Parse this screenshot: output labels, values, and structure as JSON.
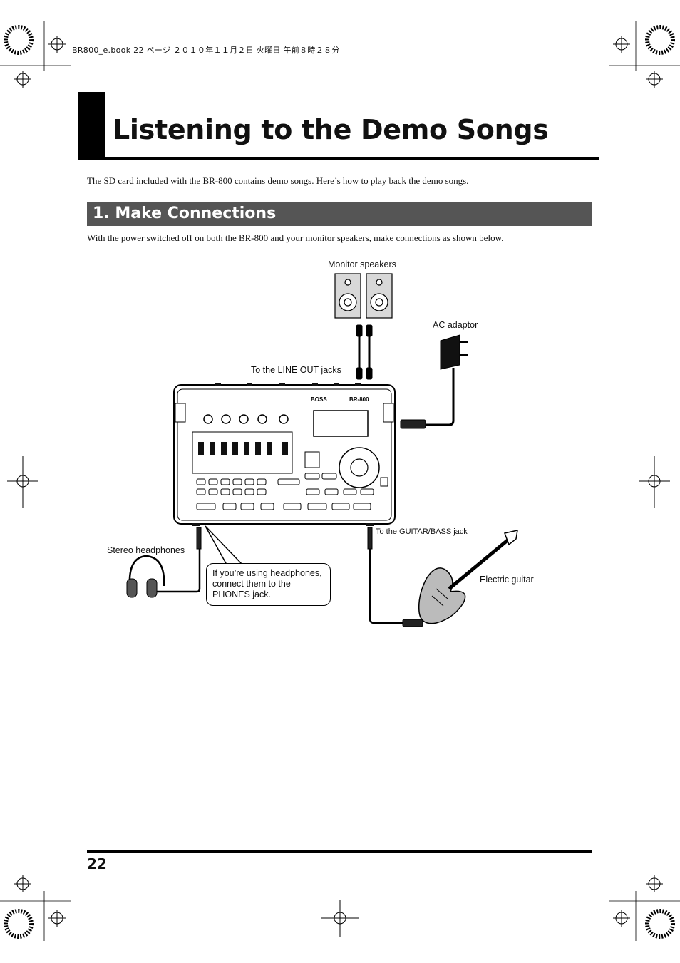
{
  "header": {
    "book_info": "BR800_e.book  22 ページ  ２０１０年１１月２日  火曜日  午前８時２８分"
  },
  "page": {
    "title": "Listening to the Demo Songs",
    "intro": "The SD card included with the BR-800 contains demo songs. Here’s how to play back the demo songs.",
    "page_number": "22"
  },
  "section": {
    "title": "1. Make Connections",
    "instruction": "With the power switched off on both the BR-800 and your monitor speakers, make connections as shown below."
  },
  "diagram": {
    "labels": {
      "monitor_speakers": "Monitor speakers",
      "ac_adaptor": "AC adaptor",
      "line_out": "To the LINE OUT jacks",
      "guitar_bass": "To the GUITAR/BASS jack",
      "stereo_headphones": "Stereo headphones",
      "electric_guitar": "Electric guitar"
    },
    "callout": {
      "line1": "If you’re using headphones,",
      "line2": "connect them to the",
      "line3": "PHONES jack."
    },
    "device": {
      "brand": "BOSS",
      "model": "BR-800"
    }
  }
}
